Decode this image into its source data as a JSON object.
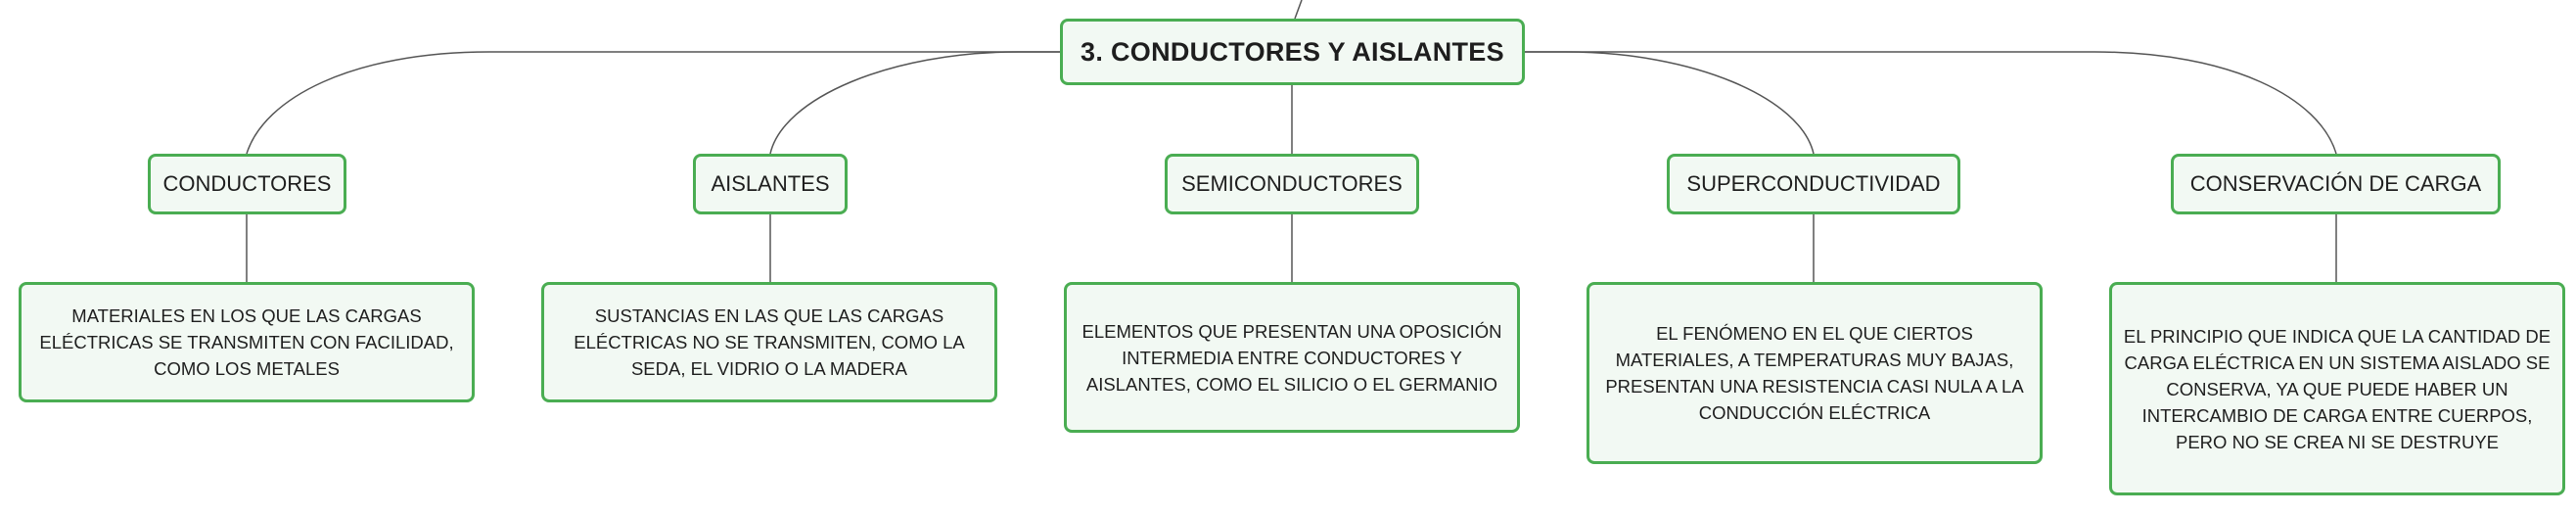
{
  "root": {
    "label": "3. CONDUCTORES Y AISLANTES"
  },
  "categories": [
    {
      "label": "CONDUCTORES"
    },
    {
      "label": "AISLANTES"
    },
    {
      "label": "SEMICONDUCTORES"
    },
    {
      "label": "SUPERCONDUCTIVIDAD"
    },
    {
      "label": "CONSERVACIÓN DE CARGA"
    }
  ],
  "descriptions": [
    {
      "lines": [
        "MATERIALES EN LOS QUE LAS CARGAS",
        "ELÉCTRICAS SE TRANSMITEN CON FACILIDAD,",
        "COMO LOS METALES"
      ]
    },
    {
      "lines": [
        "SUSTANCIAS EN LAS QUE LAS CARGAS",
        "ELÉCTRICAS NO SE TRANSMITEN, COMO LA",
        "SEDA, EL VIDRIO O LA MADERA"
      ]
    },
    {
      "lines": [
        "ELEMENTOS QUE PRESENTAN UNA OPOSICIÓN",
        "INTERMEDIA ENTRE CONDUCTORES Y",
        "AISLANTES, COMO EL SILICIO O EL GERMANIO"
      ]
    },
    {
      "lines": [
        "EL FENÓMENO EN EL QUE CIERTOS",
        "MATERIALES, A TEMPERATURAS MUY BAJAS,",
        "PRESENTAN UNA RESISTENCIA CASI NULA A LA",
        "CONDUCCIÓN ELÉCTRICA"
      ]
    },
    {
      "lines": [
        "EL PRINCIPIO QUE INDICA QUE LA CANTIDAD DE",
        "CARGA ELÉCTRICA EN UN SISTEMA AISLADO SE",
        "CONSERVA, YA QUE PUEDE HABER UN",
        "INTERCAMBIO DE CARGA ENTRE CUERPOS,",
        "PERO NO SE CREA NI SE DESTRUYE"
      ]
    }
  ],
  "colors": {
    "border": "#4aad52",
    "fill": "#f2f9f3",
    "connector": "#555555",
    "text": "#1e1e1e"
  }
}
